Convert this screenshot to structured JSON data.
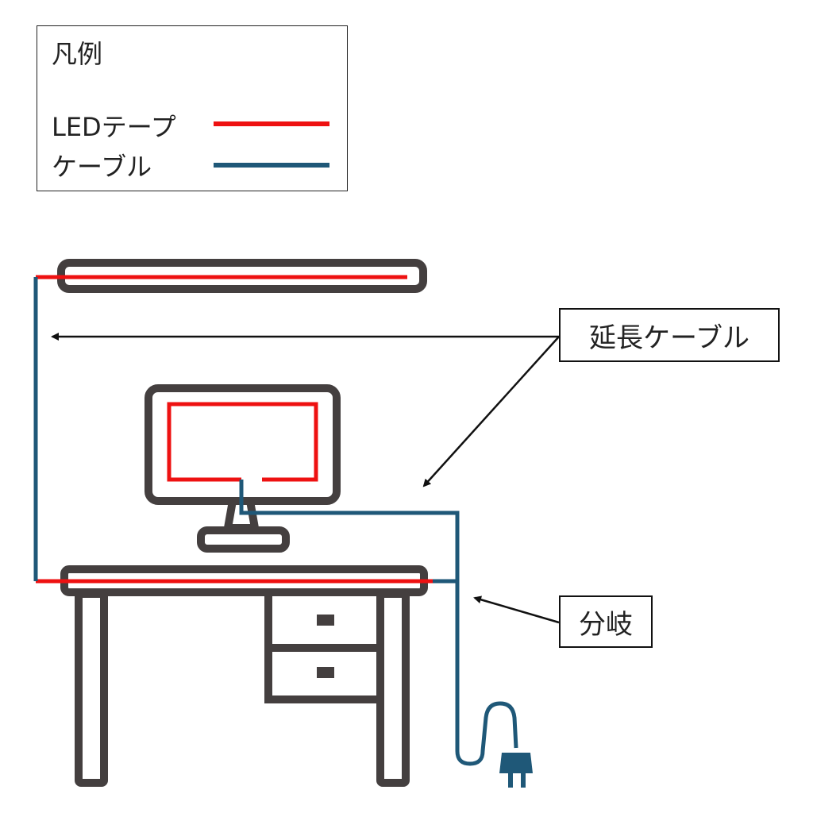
{
  "legend": {
    "title": "凡例",
    "items": [
      {
        "label": "LEDテープ",
        "color": "#ee1111"
      },
      {
        "label": "ケーブル",
        "color": "#1f5878"
      }
    ]
  },
  "callouts": {
    "extension_cable": "延長ケーブル",
    "branch": "分岐"
  },
  "colors": {
    "furniture": "#443f3f",
    "led_tape": "#ee1111",
    "cable": "#1f5878",
    "arrow": "#111111"
  },
  "icons": [
    "shelf-icon",
    "monitor-icon",
    "desk-icon",
    "power-plug-icon"
  ]
}
